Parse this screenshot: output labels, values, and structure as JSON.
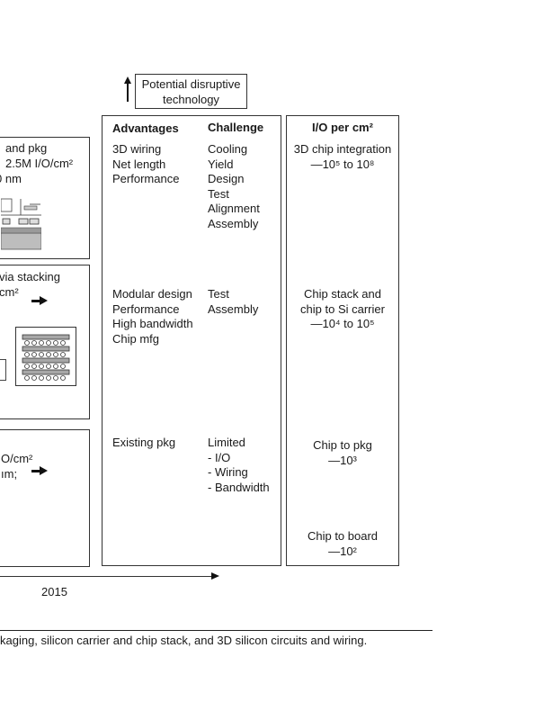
{
  "potential": [
    "Potential disruptive",
    "technology"
  ],
  "headers": {
    "advantages": "Advantages",
    "challenge": "Challenge",
    "io": "I/O per cm²"
  },
  "rows": [
    {
      "advantages": [
        "3D wiring",
        "Net length",
        "Performance"
      ],
      "challenges": [
        "Cooling",
        "Yield",
        "Design",
        "Test",
        "Alignment",
        "Assembly"
      ],
      "io": [
        "3D chip integration",
        "—10⁵ to 10⁸"
      ]
    },
    {
      "advantages": [
        "Modular design",
        "Performance",
        "High bandwidth",
        "Chip mfg"
      ],
      "challenges": [
        "Test",
        "Assembly"
      ],
      "io": [
        "Chip stack and",
        "chip to Si carrier",
        "—10⁴ to 10⁵"
      ]
    },
    {
      "advantages": [
        "Existing pkg"
      ],
      "challenges": [
        "Limited",
        "- I/O",
        "- Wiring",
        "- Bandwidth"
      ],
      "io": [
        "Chip to pkg",
        "—10³"
      ],
      "io_extra": [
        "Chip to board",
        "—10²"
      ]
    }
  ],
  "left_boxes": [
    [
      "and pkg",
      "2.5M I/O/cm²",
      "0 nm"
    ],
    [
      "via stacking",
      "cm²"
    ],
    [
      "O/cm²",
      "ım;"
    ]
  ],
  "timeline": {
    "year": "2015"
  },
  "caption": "kaging, silicon carrier and chip stack, and 3D silicon circuits and wiring."
}
